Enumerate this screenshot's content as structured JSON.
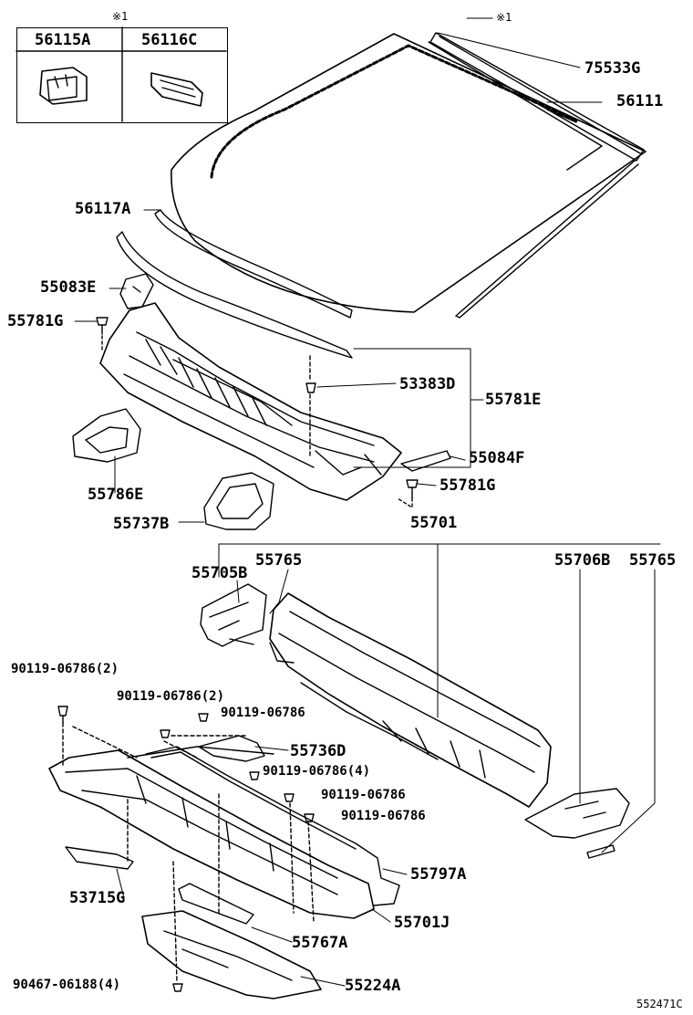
{
  "inset": {
    "note": "※1",
    "col1": "56115A",
    "col2": "56116C"
  },
  "labels": {
    "note_top": "※1",
    "p75533G": "75533G",
    "p56111": "56111",
    "p56117A": "56117A",
    "p55083E": "55083E",
    "p55781G_a": "55781G",
    "p53383D": "53383D",
    "p55781E": "55781E",
    "p55084F": "55084F",
    "p55781G_b": "55781G",
    "p55786E": "55786E",
    "p55737B": "55737B",
    "p55701": "55701",
    "p55765_a": "55765",
    "p55705B": "55705B",
    "p55706B": "55706B",
    "p55765_b": "55765",
    "p90119_a": "90119-06786(2)",
    "p90119_b": "90119-06786(2)",
    "p90119_c": "90119-06786",
    "p55736D": "55736D",
    "p90119_d": "90119-06786(4)",
    "p90119_e": "90119-06786",
    "p90119_f": "90119-06786",
    "p55797A": "55797A",
    "p53715G": "53715G",
    "p55701J": "55701J",
    "p55767A": "55767A",
    "p90467": "90467-06188(4)",
    "p55224A": "55224A",
    "diagram_id": "552471C"
  }
}
